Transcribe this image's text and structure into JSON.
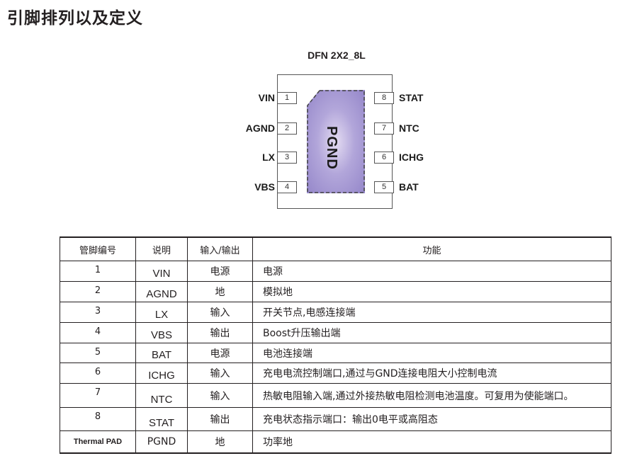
{
  "title": "引脚排列以及定义",
  "diagram": {
    "package_name": "DFN 2X2_8L",
    "pad_label": "PGND",
    "pad_color": "#9a8ccc",
    "left_pins": [
      {
        "number": "1",
        "name": "VIN"
      },
      {
        "number": "2",
        "name": "AGND"
      },
      {
        "number": "3",
        "name": "LX"
      },
      {
        "number": "4",
        "name": "VBS"
      }
    ],
    "right_pins": [
      {
        "number": "8",
        "name": "STAT"
      },
      {
        "number": "7",
        "name": "NTC"
      },
      {
        "number": "6",
        "name": "ICHG"
      },
      {
        "number": "5",
        "name": "BAT"
      }
    ]
  },
  "table": {
    "headers": [
      "管脚编号",
      "说明",
      "输入/输出",
      "功能"
    ],
    "rows": [
      {
        "pin": "1",
        "name": "VIN",
        "io": "电源",
        "function": "电源"
      },
      {
        "pin": "2",
        "name": "AGND",
        "io": "地",
        "function": "模拟地"
      },
      {
        "pin": "3",
        "name": "LX",
        "io": "输入",
        "function": "开关节点,电感连接端"
      },
      {
        "pin": "4",
        "name": "VBS",
        "io": "输出",
        "function": "Boost升压输出端"
      },
      {
        "pin": "5",
        "name": "BAT",
        "io": "电源",
        "function": "电池连接端"
      },
      {
        "pin": "6",
        "name": "ICHG",
        "io": "输入",
        "function": "充电电流控制端口,通过与GND连接电阻大小控制电流"
      },
      {
        "pin": "7",
        "name": "NTC",
        "io": "输入",
        "function": "热敏电阻输入端,通过外接热敏电阻检测电池温度。可复用为使能端口。"
      },
      {
        "pin": "8",
        "name": "STAT",
        "io": "输出",
        "function": "充电状态指示端口：输出0电平或高阻态"
      },
      {
        "pin": "Thermal PAD",
        "name": "PGND",
        "io": "地",
        "function": "功率地"
      }
    ]
  }
}
